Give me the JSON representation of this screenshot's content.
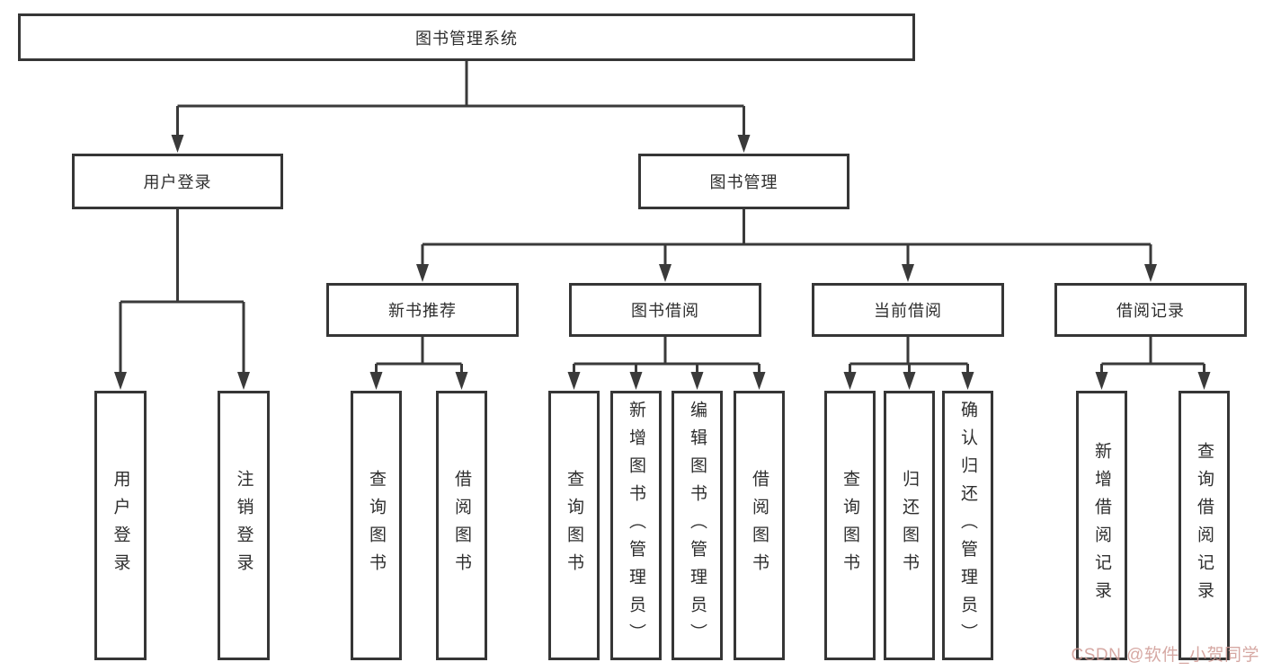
{
  "tree": {
    "label": "图书管理系统",
    "children": [
      {
        "label": "用户登录",
        "children": [
          {
            "label": "用户登录"
          },
          {
            "label": "注销登录"
          }
        ]
      },
      {
        "label": "图书管理",
        "children": [
          {
            "label": "新书推荐",
            "children": [
              {
                "label": "查询图书"
              },
              {
                "label": "借阅图书"
              }
            ]
          },
          {
            "label": "图书借阅",
            "children": [
              {
                "label": "查询图书"
              },
              {
                "label": "新增图书（管理员）"
              },
              {
                "label": "编辑图书（管理员）"
              },
              {
                "label": "借阅图书"
              }
            ]
          },
          {
            "label": "当前借阅",
            "children": [
              {
                "label": "查询图书"
              },
              {
                "label": "归还图书"
              },
              {
                "label": "确认归还（管理员）"
              }
            ]
          },
          {
            "label": "借阅记录",
            "children": [
              {
                "label": "新增借阅记录"
              },
              {
                "label": "查询借阅记录"
              }
            ]
          }
        ]
      }
    ]
  },
  "watermark": {
    "text": "CSDN @软件_小贺同学"
  },
  "colors": {
    "line": "#3a3a3a",
    "box_border": "#363636",
    "text": "#2e2e2e",
    "watermark": "#cf9a94",
    "background": "#ffffff"
  }
}
